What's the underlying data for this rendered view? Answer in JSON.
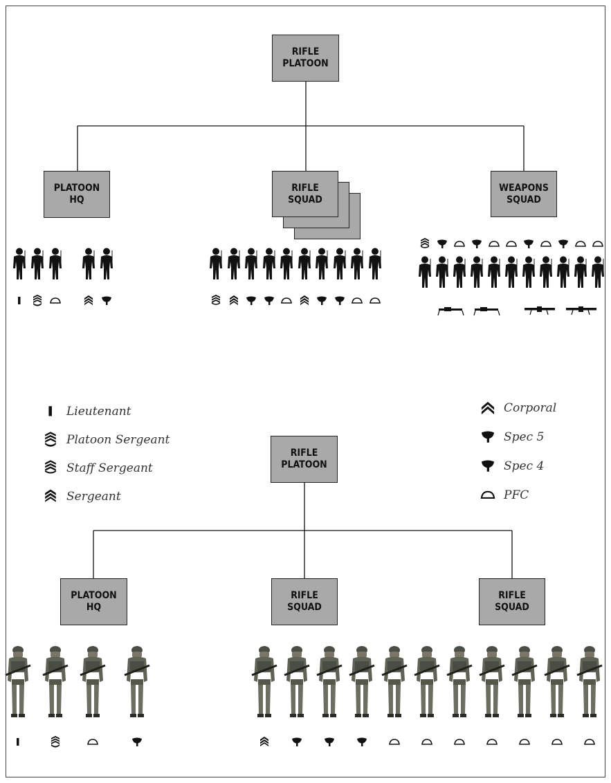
{
  "top_chart": {
    "root": [
      "RIFLE",
      "PLATOON"
    ],
    "children": [
      {
        "id": "platoon-hq",
        "lines": [
          "PLATOON",
          "HQ"
        ]
      },
      {
        "id": "rifle-squad",
        "lines": [
          "RIFLE",
          "SQUAD"
        ]
      },
      {
        "id": "weapons-squad",
        "lines": [
          "WEAPONS",
          "SQUAD"
        ]
      }
    ],
    "platoon_hq_ranks": [
      "lt",
      "psg",
      "pfc",
      "sgt",
      "spec5"
    ],
    "rifle_squad_ranks": [
      "ssg",
      "sgt",
      "spec5",
      "spec5",
      "pfc",
      "sgt",
      "spec5",
      "spec5",
      "pfc",
      "pfc"
    ],
    "weapons_squad_ranks": [
      "ssg",
      "spec5",
      "pfc",
      "spec5",
      "pfc",
      "pfc",
      "spec5",
      "pfc",
      "spec5",
      "pfc",
      "pfc"
    ],
    "weapons_squad_weapons": [
      "machine-gun-icon",
      "machine-gun-icon",
      "recoilless-rifle-icon",
      "recoilless-rifle-icon"
    ]
  },
  "legend_left": [
    {
      "icon": "lieutenant-bar-icon",
      "label": "Lieutenant"
    },
    {
      "icon": "platoon-sergeant-chevron-icon",
      "label": "Platoon Sergeant"
    },
    {
      "icon": "staff-sergeant-chevron-icon",
      "label": "Staff Sergeant"
    },
    {
      "icon": "sergeant-chevron-icon",
      "label": "Sergeant"
    }
  ],
  "legend_right": [
    {
      "icon": "corporal-chevron-icon",
      "label": "Corporal"
    },
    {
      "icon": "spec5-insignia-icon",
      "label": "Spec 5"
    },
    {
      "icon": "spec4-insignia-icon",
      "label": "Spec 4"
    },
    {
      "icon": "pfc-insignia-icon",
      "label": "PFC"
    }
  ],
  "bottom_chart": {
    "root": [
      "RIFLE",
      "PLATOON"
    ],
    "children": [
      {
        "id": "platoon-hq",
        "lines": [
          "PLATOON",
          "HQ"
        ]
      },
      {
        "id": "rifle-squad-1",
        "lines": [
          "RIFLE",
          "SQUAD"
        ]
      },
      {
        "id": "rifle-squad-2",
        "lines": [
          "RIFLE",
          "SQUAD"
        ]
      }
    ],
    "hq_ranks": [
      "lt",
      "psg",
      "pfc",
      "spec5"
    ],
    "squad_ranks": [
      "sgt",
      "spec5",
      "spec5",
      "spec5",
      "pfc",
      "pfc",
      "pfc",
      "pfc",
      "pfc",
      "pfc",
      "pfc"
    ]
  },
  "colors": {
    "box_fill": "#a9a9a9",
    "ink": "#111111",
    "uniform": "#5f6356"
  }
}
